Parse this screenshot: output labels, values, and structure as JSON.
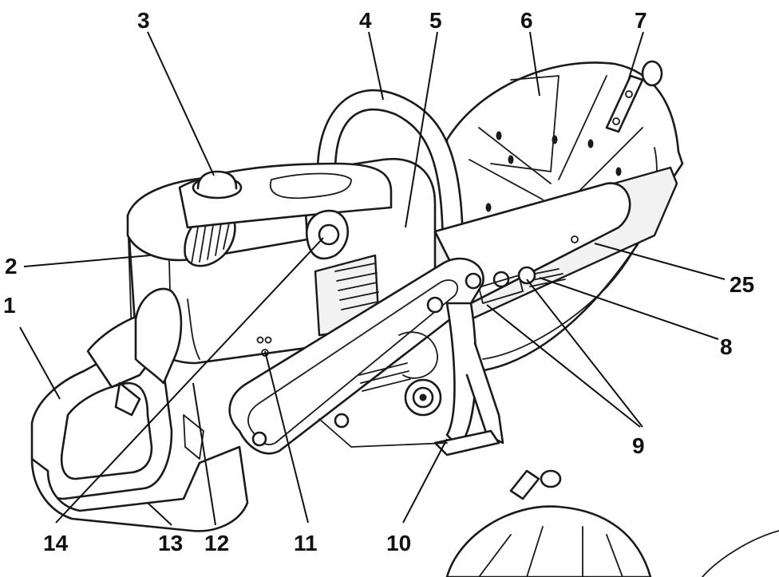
{
  "callouts": [
    {
      "id": "1",
      "label": "1"
    },
    {
      "id": "2",
      "label": "2"
    },
    {
      "id": "3",
      "label": "3"
    },
    {
      "id": "4",
      "label": "4"
    },
    {
      "id": "5",
      "label": "5"
    },
    {
      "id": "6",
      "label": "6"
    },
    {
      "id": "7",
      "label": "7"
    },
    {
      "id": "8",
      "label": "8"
    },
    {
      "id": "9",
      "label": "9"
    },
    {
      "id": "10",
      "label": "10"
    },
    {
      "id": "11",
      "label": "11"
    },
    {
      "id": "12",
      "label": "12"
    },
    {
      "id": "13",
      "label": "13"
    },
    {
      "id": "14",
      "label": "14"
    },
    {
      "id": "25",
      "label": "25"
    }
  ],
  "colors": {
    "ink": "#1a1a1a",
    "paper": "#ffffff",
    "shade": "#f2f2f2"
  }
}
